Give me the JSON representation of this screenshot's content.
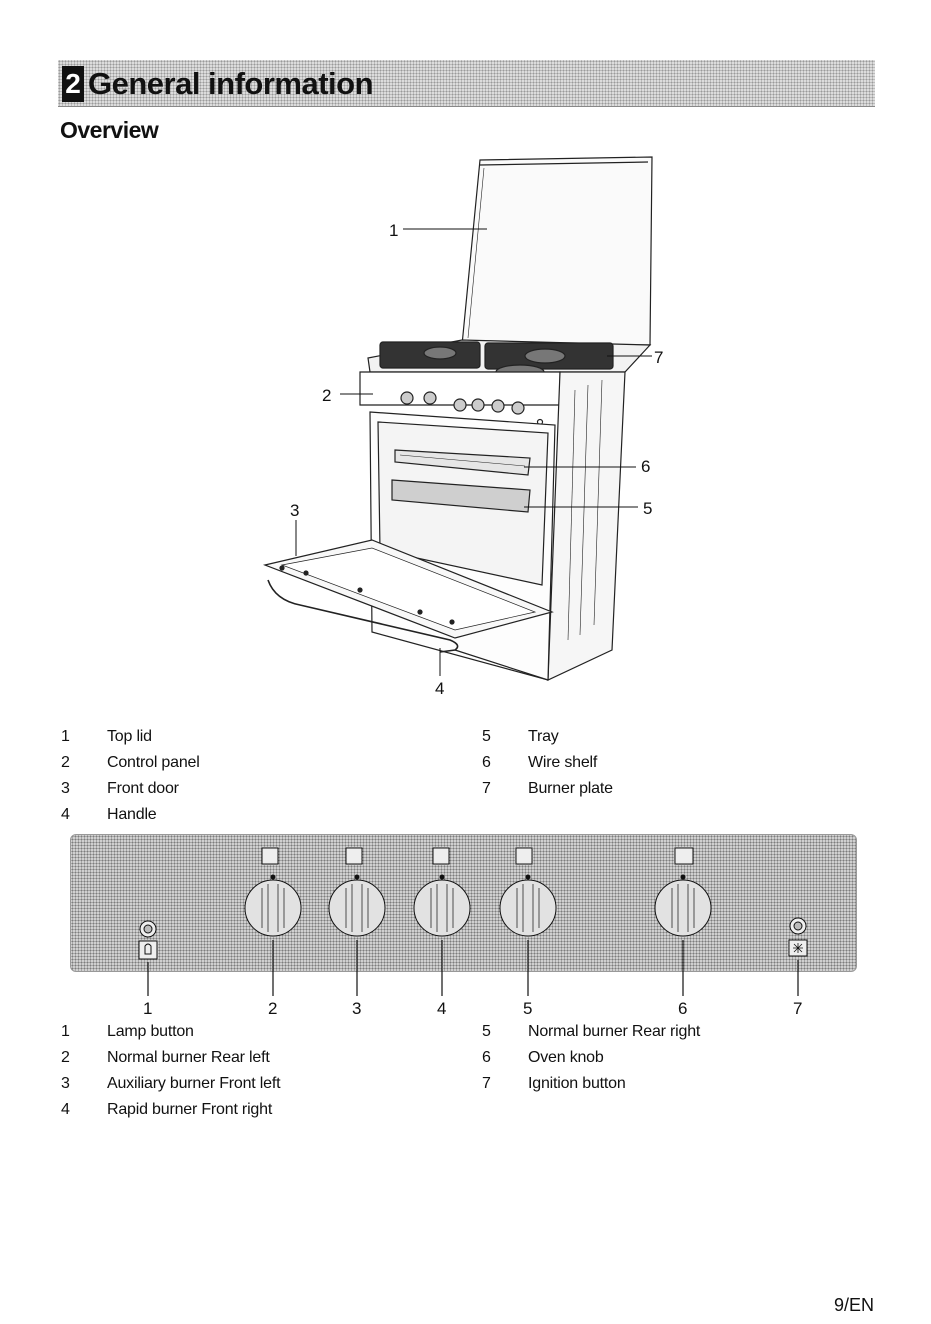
{
  "section": {
    "number": "2",
    "title": "General information"
  },
  "subtitle": "Overview",
  "overview_callouts": [
    "1",
    "2",
    "3",
    "4",
    "5",
    "6",
    "7"
  ],
  "overview_legend": [
    {
      "num": "1",
      "label": "Top lid"
    },
    {
      "num": "2",
      "label": "Control panel"
    },
    {
      "num": "3",
      "label": "Front door"
    },
    {
      "num": "4",
      "label": "Handle"
    },
    {
      "num": "5",
      "label": "Tray"
    },
    {
      "num": "6",
      "label": "Wire shelf"
    },
    {
      "num": "7",
      "label": "Burner plate"
    }
  ],
  "panel_callouts": [
    "1",
    "2",
    "3",
    "4",
    "5",
    "6",
    "7"
  ],
  "panel_legend": [
    {
      "num": "1",
      "label": "Lamp button"
    },
    {
      "num": "2",
      "label": "Normal burner Rear left"
    },
    {
      "num": "3",
      "label": "Auxiliary burner Front left"
    },
    {
      "num": "4",
      "label": "Rapid burner Front right"
    },
    {
      "num": "5",
      "label": "Normal burner Rear right"
    },
    {
      "num": "6",
      "label": "Oven knob"
    },
    {
      "num": "7",
      "label": "Ignition button"
    }
  ],
  "page_number": "9/EN"
}
